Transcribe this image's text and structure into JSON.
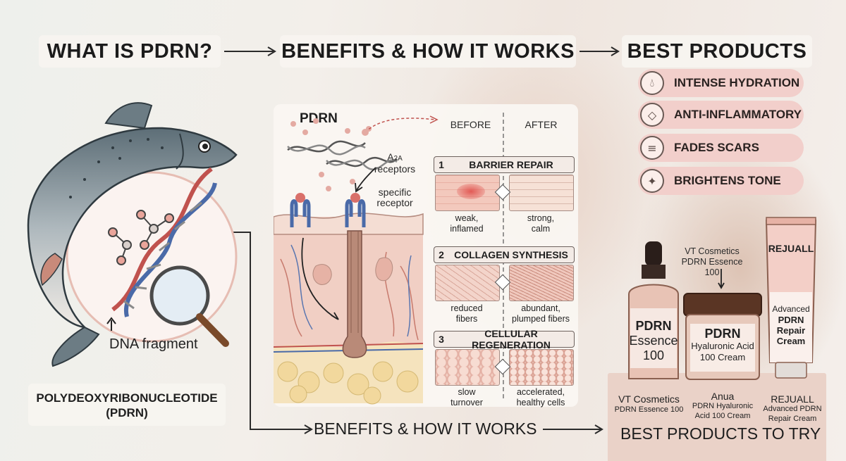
{
  "headers": {
    "what": "WHAT IS PDRN?",
    "benefits": "BENEFITS & HOW IT WORKS",
    "products": "BEST PRODUCTS"
  },
  "benefit_pills": [
    {
      "label": "INTENSE HYDRATION",
      "icon": "droplet-icon"
    },
    {
      "label": "ANTI-INFLAMMATORY",
      "icon": "shield-drop-icon"
    },
    {
      "label": "FADES SCARS",
      "icon": "layers-icon"
    },
    {
      "label": "BRIGHTENS TONE",
      "icon": "sparkle-icon"
    }
  ],
  "left": {
    "dna_label": "DNA fragment",
    "full_name_line1": "POLYDEOXYRIBONUCLEOTIDE",
    "full_name_line2": "(PDRN)"
  },
  "mechanism": {
    "pdrn_label": "PDRN",
    "receptor_a2a_prefix": "A",
    "receptor_a2a_sub": "2A",
    "receptor_word": "receptors",
    "specific_line1": "specific",
    "specific_line2": "receptor",
    "before": "BEFORE",
    "after": "AFTER"
  },
  "sections": [
    {
      "num": "1",
      "title": "BARRIER REPAIR",
      "before_line1": "weak,",
      "before_line2": "inflamed",
      "after_line1": "strong,",
      "after_line2": "calm"
    },
    {
      "num": "2",
      "title": "COLLAGEN SYNTHESIS",
      "before_line1": "reduced",
      "before_line2": "fibers",
      "after_line1": "abundant,",
      "after_line2": "plumped fibers"
    },
    {
      "num": "3",
      "title": "CELLULAR REGENERATION",
      "before_line1": "slow",
      "before_line2": "turnover",
      "after_line1": "accelerated,",
      "after_line2": "healthy cells"
    }
  ],
  "products": {
    "callout_line1": "VT Cosmetics",
    "callout_line2": "PDRN Essence 100",
    "serum_line1": "PDRN",
    "serum_line2": "Essence",
    "serum_line3": "100",
    "jar_line1": "PDRN",
    "jar_line2": "Hyaluronic Acid",
    "jar_line3": "100 Cream",
    "tube_brand": "REJUALL",
    "tube_line1": "Advanced",
    "tube_line2": "PDRN",
    "tube_line3": "Repair",
    "tube_line4": "Cream",
    "label_vt_brand": "VT Cosmetics",
    "label_vt_name": "PDRN Essence 100",
    "label_anua_brand": "Anua",
    "label_anua_name1": "PDRN Hyaluronic",
    "label_anua_name2": "Acid 100 Cream",
    "label_rej_brand": "REJUALL",
    "label_rej_name1": "Advanced PDRN",
    "label_rej_name2": "Repair Cream"
  },
  "footer": {
    "benefits": "BENEFITS & HOW IT WORKS",
    "try": "BEST PRODUCTS TO TRY"
  },
  "colors": {
    "pill_pink": "#f2cfcb",
    "dna_red": "#c0524e",
    "receptor_blue": "#4a6aa8",
    "skin_pink": "#f1cfc4"
  }
}
